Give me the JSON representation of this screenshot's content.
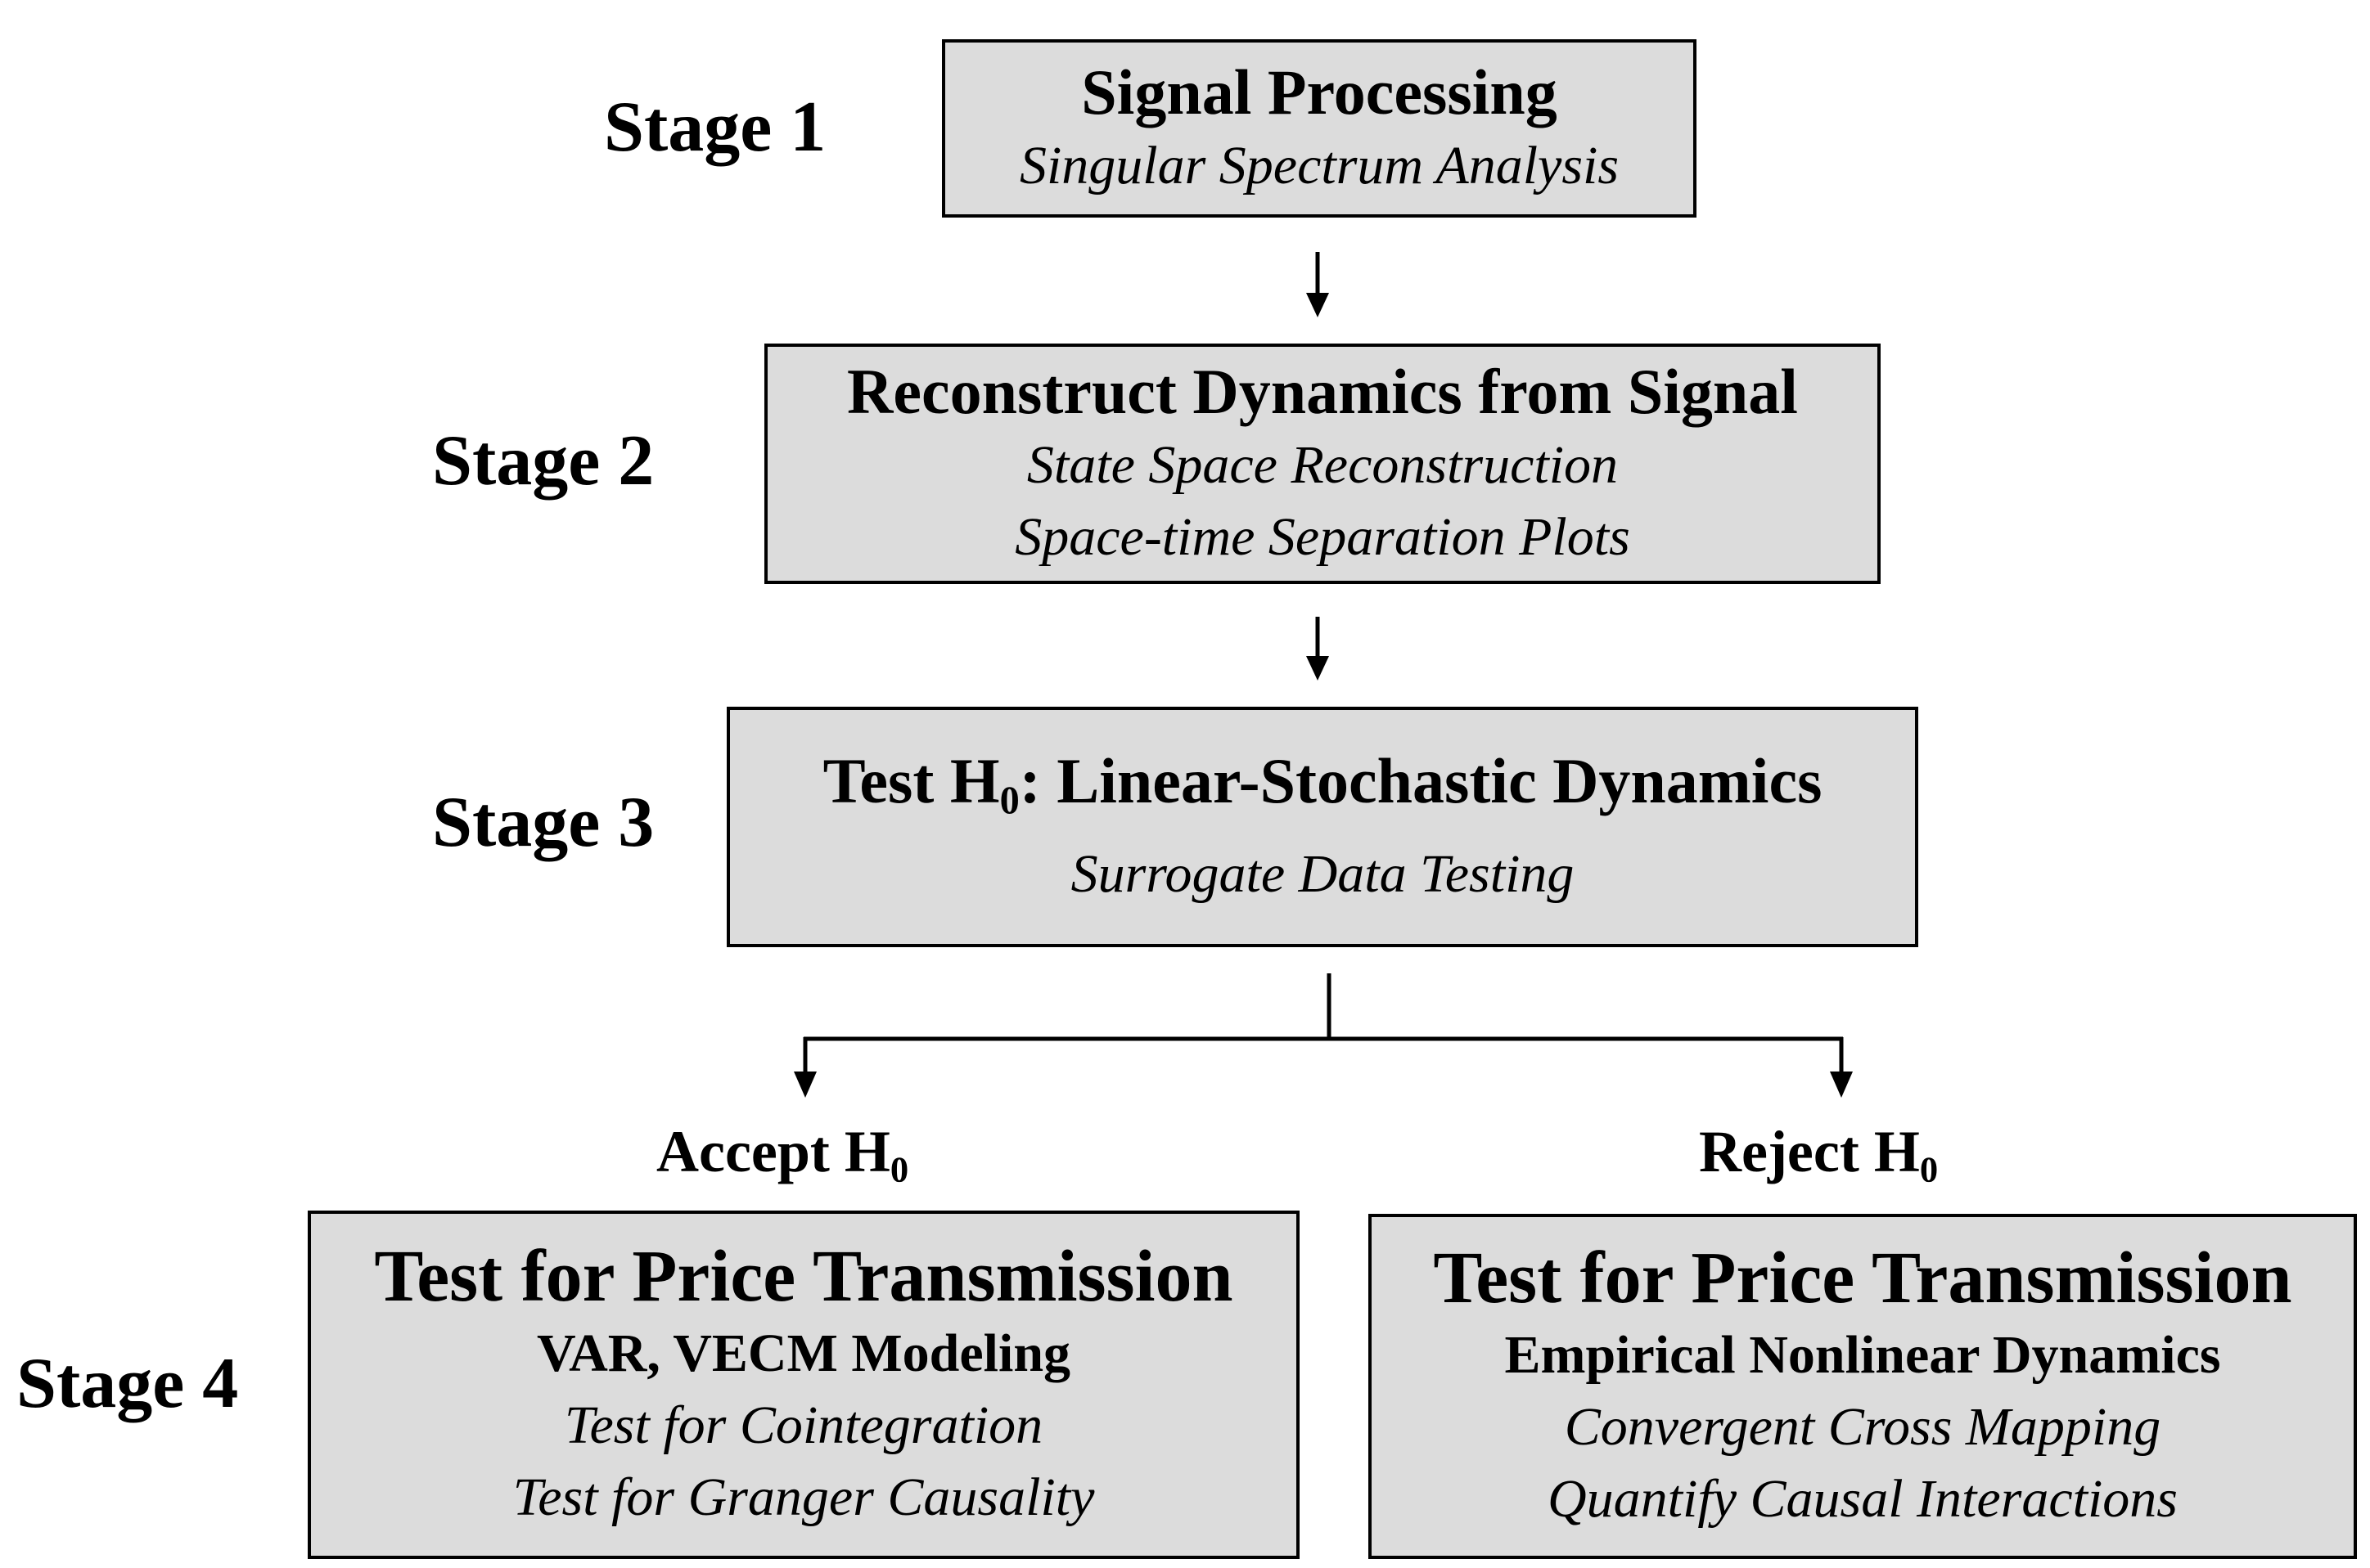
{
  "stages": {
    "s1": "Stage 1",
    "s2": "Stage 2",
    "s3": "Stage 3",
    "s4": "Stage 4"
  },
  "box1": {
    "title": "Signal Processing",
    "lines": [
      "Singular Spectrum Analysis"
    ]
  },
  "box2": {
    "title": "Reconstruct Dynamics from Signal",
    "lines": [
      "State Space Reconstruction",
      "Space-time Separation Plots"
    ]
  },
  "box3": {
    "title_prefix": "Test H",
    "title_sub": "0",
    "title_suffix": ":  Linear-Stochastic Dynamics",
    "lines": [
      "Surrogate Data Testing"
    ]
  },
  "decision": {
    "accept_prefix": "Accept H",
    "reject_prefix": "Reject H",
    "sub": "0"
  },
  "box_left": {
    "title": "Test for Price Transmission",
    "subtitle": "VAR, VECM Modeling",
    "lines": [
      "Test for Cointegration",
      "Test for Granger Causality"
    ]
  },
  "box_right": {
    "title": "Test for Price Transmission",
    "subtitle": "Empirical Nonlinear Dynamics",
    "lines": [
      "Convergent Cross Mapping",
      "Quantify Causal Interactions"
    ]
  }
}
